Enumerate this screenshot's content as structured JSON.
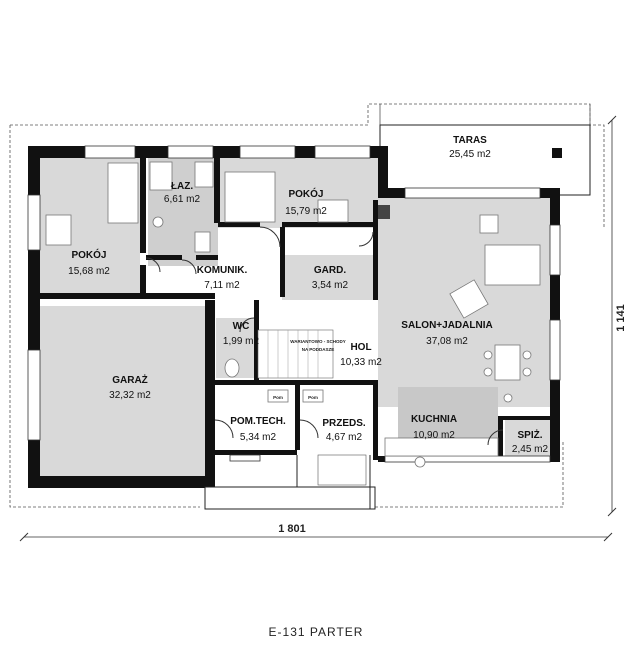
{
  "plan_title": "E-131 PARTER",
  "dimensions": {
    "width": "1 801",
    "depth": "1 141"
  },
  "rooms": {
    "taras": {
      "name": "TARAS",
      "area": "25,45 m2"
    },
    "laz": {
      "name": "ŁAZ.",
      "area": "6,61 m2"
    },
    "pokoj1": {
      "name": "POKÓJ",
      "area": "15,79 m2"
    },
    "pokoj2": {
      "name": "POKÓJ",
      "area": "15,68 m2"
    },
    "komunik": {
      "name": "KOMUNIK.",
      "area": "7,11 m2"
    },
    "gard": {
      "name": "GARD.",
      "area": "3,54 m2"
    },
    "salon": {
      "name": "SALON+JADALNIA",
      "area": "37,08 m2"
    },
    "wc": {
      "name": "WC",
      "area": "1,99 m2"
    },
    "hol": {
      "name": "HOL",
      "area": "10,33 m2"
    },
    "garaz": {
      "name": "GARAŻ",
      "area": "32,32 m2"
    },
    "kuchnia": {
      "name": "KUCHNIA",
      "area": "10,90 m2"
    },
    "spiz": {
      "name": "SPIŻ.",
      "area": "2,45 m2"
    },
    "pomtech": {
      "name": "POM.TECH.",
      "area": "5,34 m2"
    },
    "przeds": {
      "name": "PRZEDS.",
      "area": "4,67 m2"
    }
  },
  "stairs_note": {
    "line1": "WARIANTOWO - SCHODY",
    "line2": "NA PODDASZE"
  },
  "fixture_labels": {
    "pom": "Pom",
    "wc_sign": "Pom"
  },
  "colors": {
    "wall": "#111111",
    "room_fill": "#d9d9d9",
    "background": "#ffffff"
  }
}
